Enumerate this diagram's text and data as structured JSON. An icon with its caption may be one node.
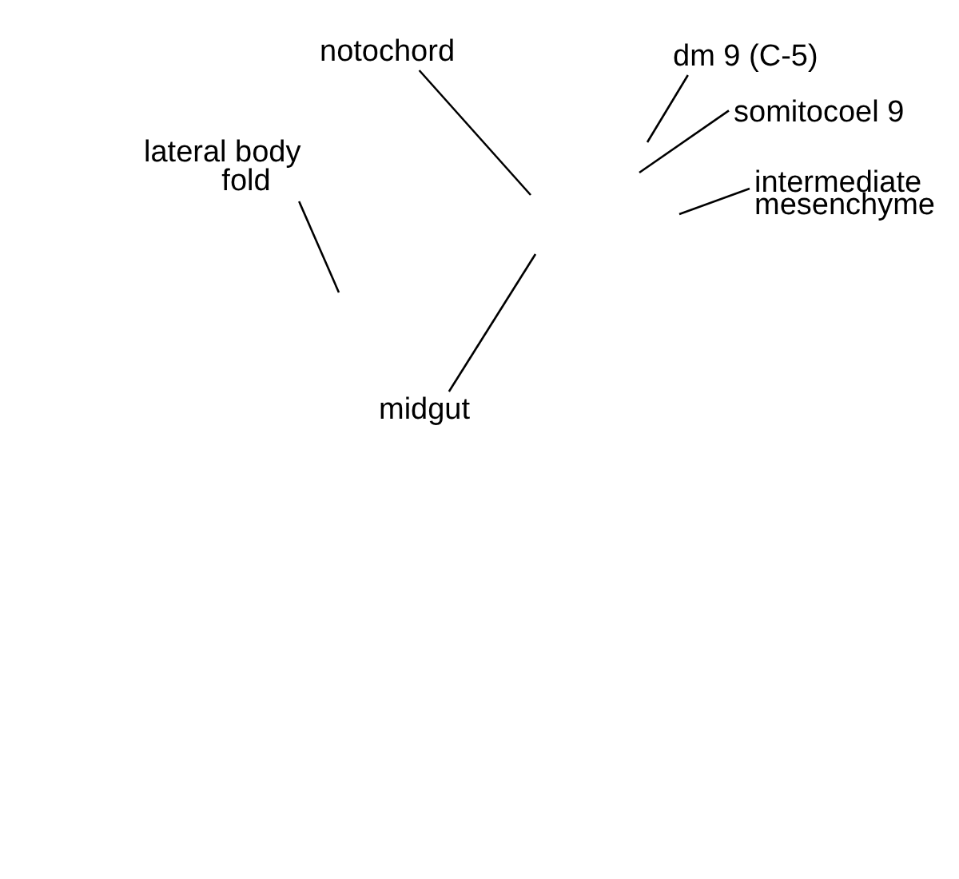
{
  "diagram": {
    "nodes": [
      {
        "text": [
          "notochord"
        ]
      },
      {
        "text": [
          "dm 9 (C-5)"
        ]
      },
      {
        "text": [
          "somitocoel 9"
        ]
      },
      {
        "text": [
          "lateral body fold"
        ]
      },
      {
        "text": [
          "intermediate mesenchyme"
        ]
      },
      {
        "text": [
          "midgut"
        ]
      }
    ],
    "edges": [
      {
        "from": 0,
        "to": null,
        "arrow": "none"
      },
      {
        "from": 1,
        "to": null,
        "arrow": "none"
      },
      {
        "from": 2,
        "to": null,
        "arrow": "none"
      },
      {
        "from": 3,
        "to": null,
        "arrow": "none"
      },
      {
        "from": 4,
        "to": null,
        "arrow": "none"
      },
      {
        "from": 5,
        "to": null,
        "arrow": "none"
      }
    ]
  }
}
